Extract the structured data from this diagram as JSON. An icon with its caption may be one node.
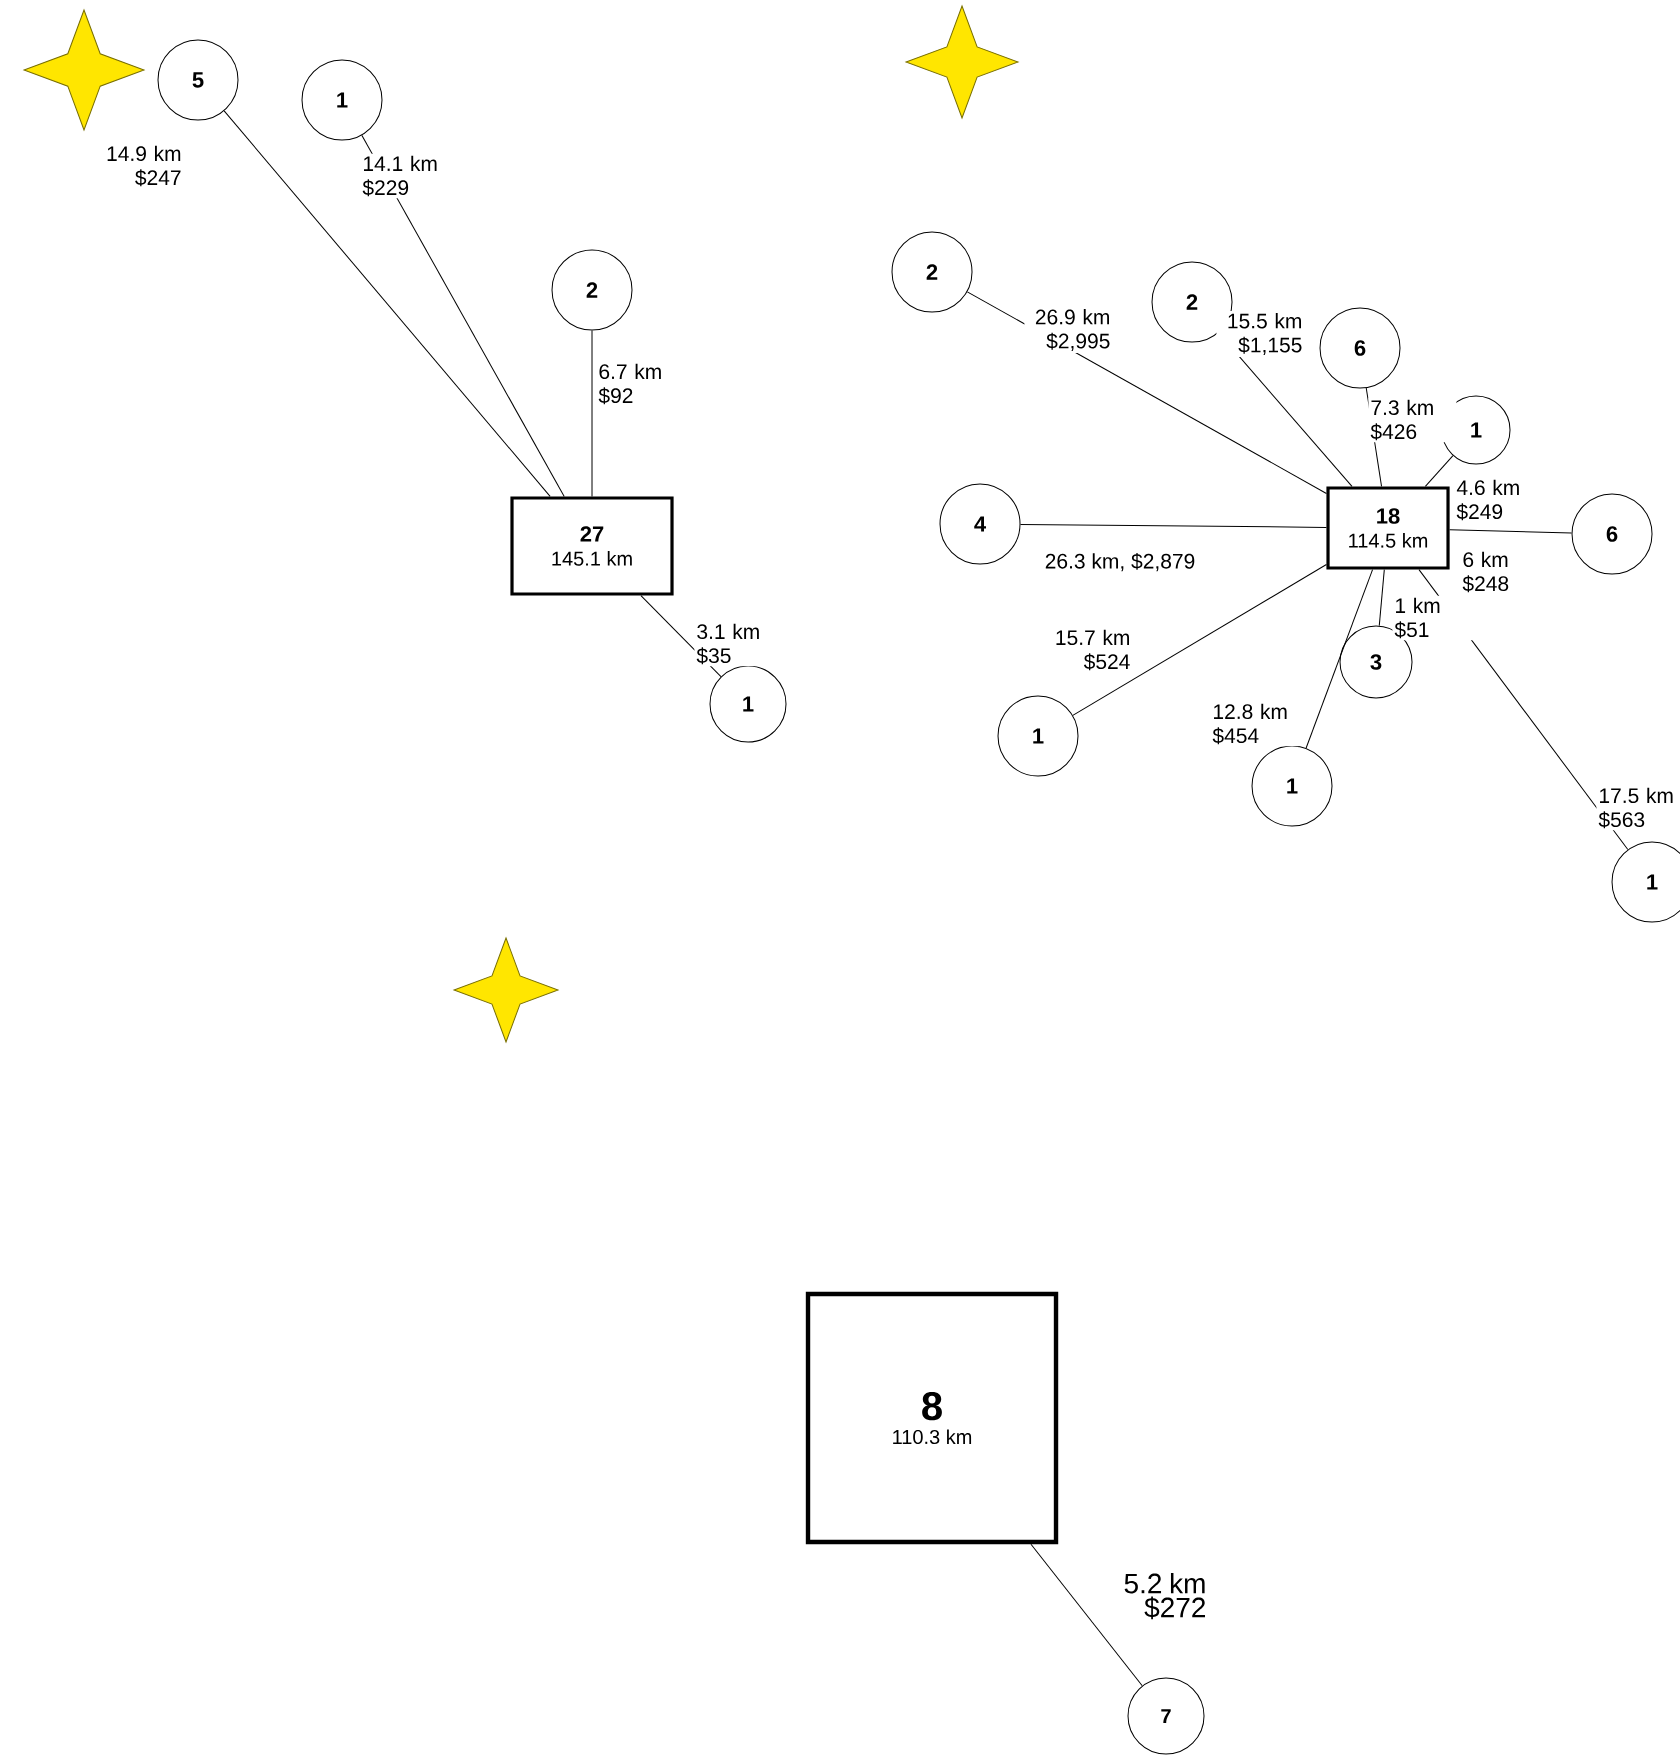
{
  "diagram": {
    "nodes": [
      {
        "text": [
          "27",
          "145.1 km"
        ]
      },
      {
        "text": [
          "5"
        ]
      },
      {
        "text": [
          "1"
        ]
      },
      {
        "text": [
          "2"
        ]
      },
      {
        "text": [
          "1"
        ]
      },
      {
        "text": [
          "18",
          "114.5 km"
        ]
      },
      {
        "text": [
          "2"
        ]
      },
      {
        "text": [
          "2"
        ]
      },
      {
        "text": [
          "6"
        ]
      },
      {
        "text": [
          "1"
        ]
      },
      {
        "text": [
          "4"
        ]
      },
      {
        "text": [
          "6"
        ]
      },
      {
        "text": [
          "1"
        ]
      },
      {
        "text": [
          "3"
        ]
      },
      {
        "text": [
          "1"
        ]
      },
      {
        "text": [
          "1"
        ]
      },
      {
        "text": [
          "8",
          "110.3 km"
        ]
      },
      {
        "text": [
          "7"
        ]
      }
    ],
    "edges": [
      {
        "from": 0,
        "to": 1,
        "arrow": "none",
        "label": "14.9 km $247"
      },
      {
        "from": 0,
        "to": 2,
        "arrow": "none",
        "label": "14.1 km $229"
      },
      {
        "from": 0,
        "to": 3,
        "arrow": "none",
        "label": "6.7 km $92"
      },
      {
        "from": 0,
        "to": 4,
        "arrow": "none",
        "label": "3.1 km $35"
      },
      {
        "from": 5,
        "to": 6,
        "arrow": "none",
        "label": "26.9 km $2,995"
      },
      {
        "from": 5,
        "to": 7,
        "arrow": "none",
        "label": "15.5 km $1,155"
      },
      {
        "from": 5,
        "to": 8,
        "arrow": "none",
        "label": "7.3 km $426"
      },
      {
        "from": 5,
        "to": 9,
        "arrow": "none",
        "label": "4.6 km $249"
      },
      {
        "from": 5,
        "to": 10,
        "arrow": "none",
        "label": "26.3 km, $2,879"
      },
      {
        "from": 5,
        "to": 11,
        "arrow": "none",
        "label": "6 km $248"
      },
      {
        "from": 5,
        "to": 12,
        "arrow": "none",
        "label": "15.7 km $524"
      },
      {
        "from": 5,
        "to": 13,
        "arrow": "none",
        "label": "1 km $51"
      },
      {
        "from": 5,
        "to": 14,
        "arrow": "none",
        "label": "12.8 km $454"
      },
      {
        "from": 5,
        "to": 15,
        "arrow": "none",
        "label": "17.5 km $563"
      },
      {
        "from": 16,
        "to": 17,
        "arrow": "none",
        "label": "5.2 km $272"
      }
    ]
  }
}
